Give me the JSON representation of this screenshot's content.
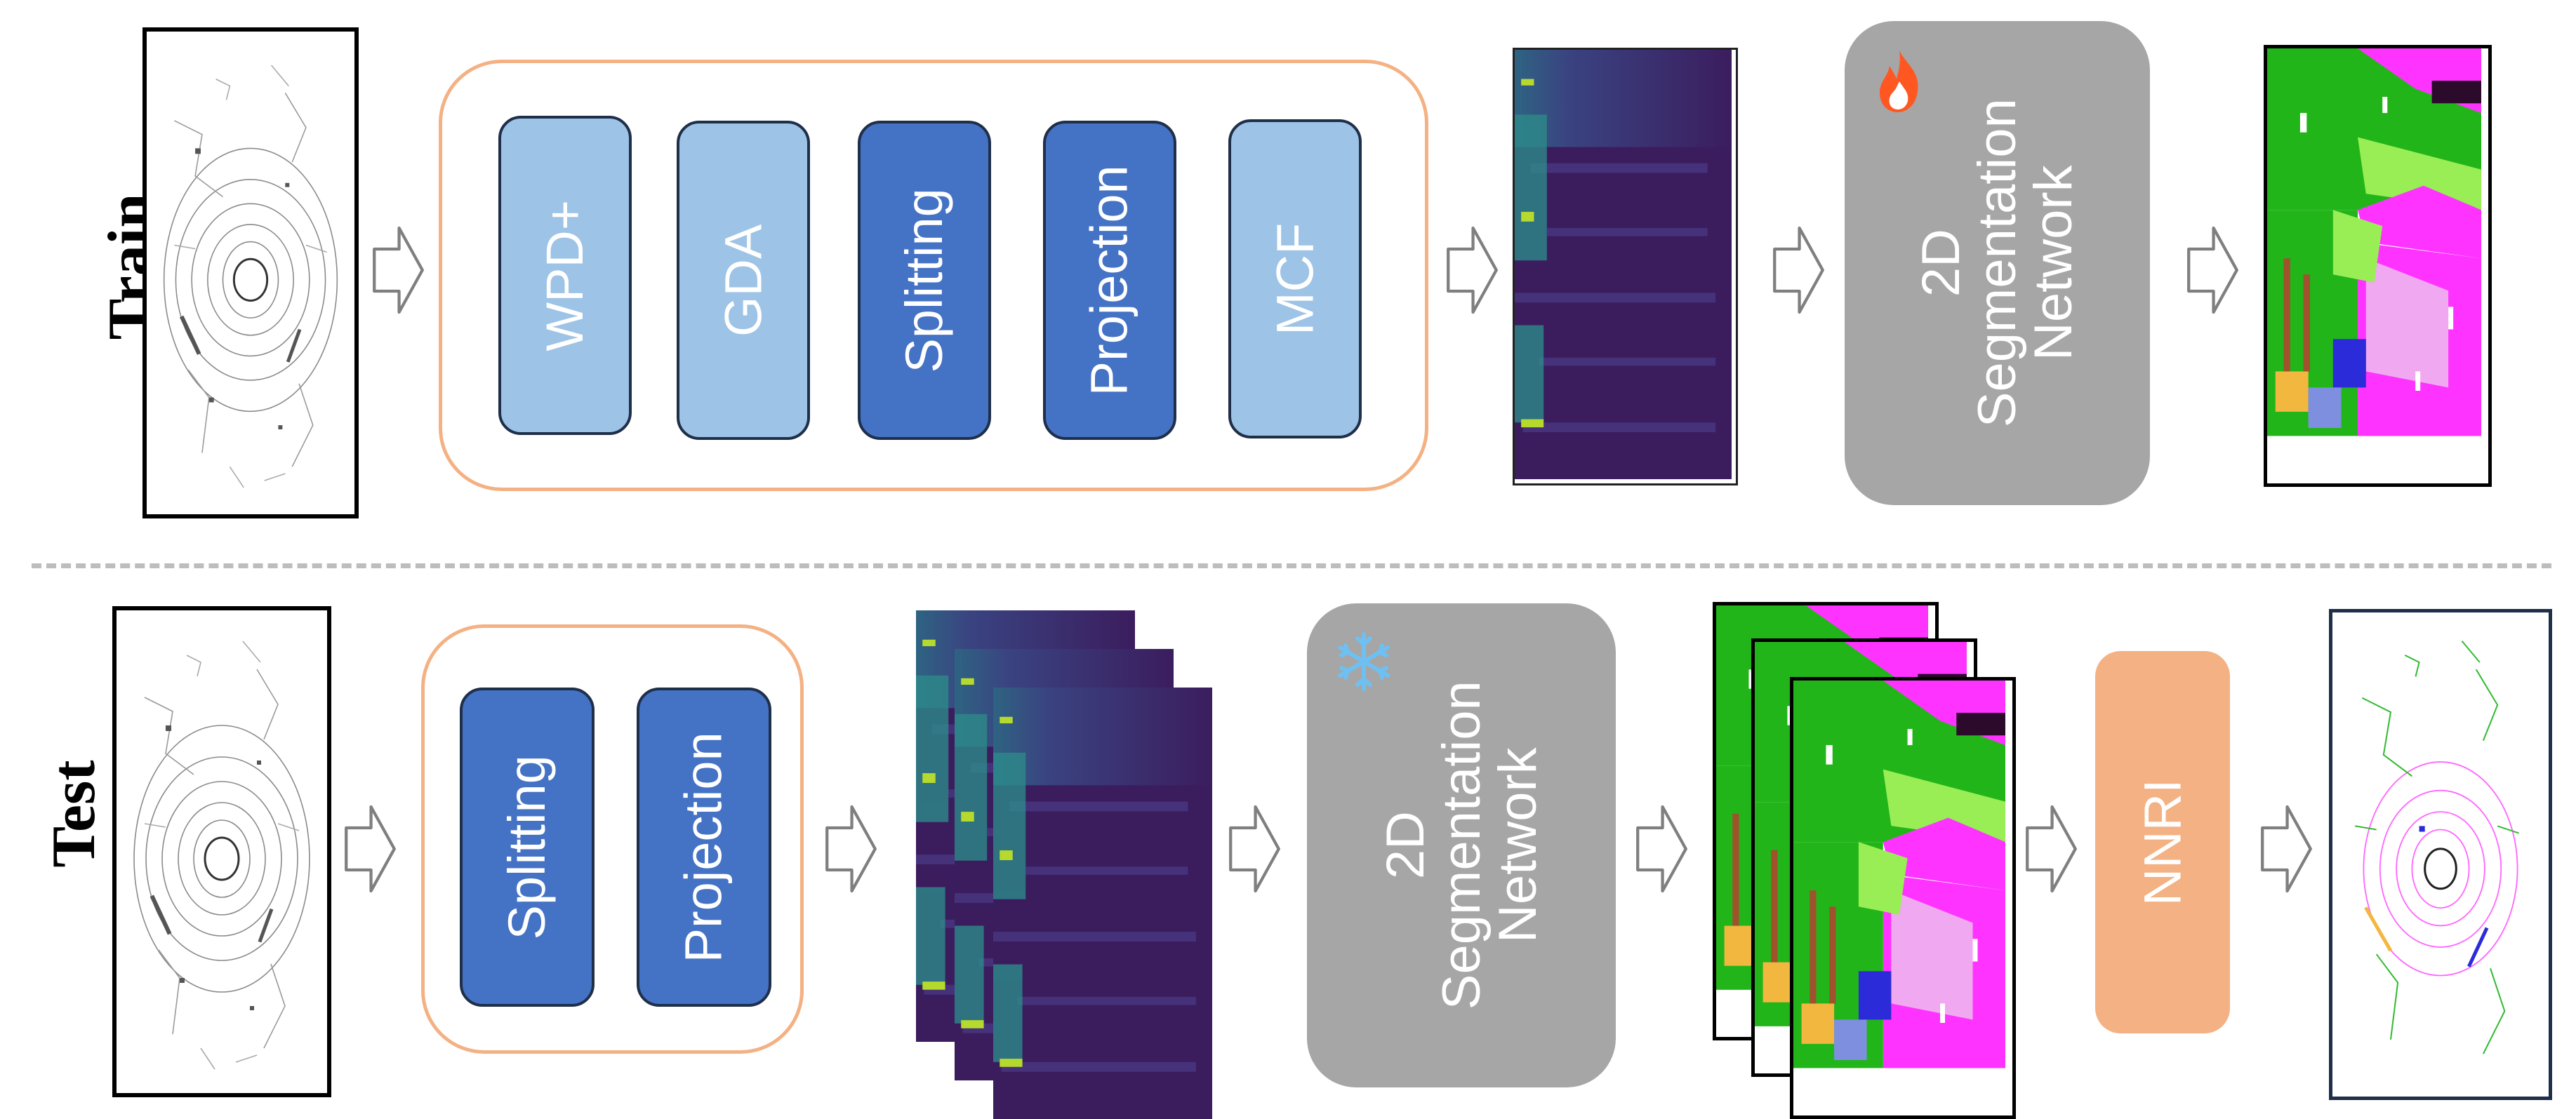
{
  "rows": {
    "train": {
      "label": "Train"
    },
    "test": {
      "label": "Test"
    }
  },
  "train_modules": [
    {
      "label": "WPD+",
      "style": "light"
    },
    {
      "label": "GDA",
      "style": "light"
    },
    {
      "label": "Splitting",
      "style": "dark"
    },
    {
      "label": "Projection",
      "style": "dark"
    },
    {
      "label": "MCF",
      "style": "light"
    }
  ],
  "test_modules": [
    {
      "label": "Splitting",
      "style": "dark"
    },
    {
      "label": "Projection",
      "style": "dark"
    }
  ],
  "train_network": {
    "label": "2D Segmentation Network",
    "icon": "flame-icon"
  },
  "test_network": {
    "label": "2D Segmentation Network",
    "icon": "snowflake-icon"
  },
  "nnri": {
    "label": "NNRI"
  },
  "colors": {
    "group_border": "#f4b183",
    "module_light": "#9dc3e6",
    "module_dark": "#4472c4",
    "network": "#a6a6a6",
    "nnri": "#f4b183",
    "range_image": "#3b1d5e",
    "seg_green": "#22b519",
    "seg_magenta": "#ff33ff"
  }
}
